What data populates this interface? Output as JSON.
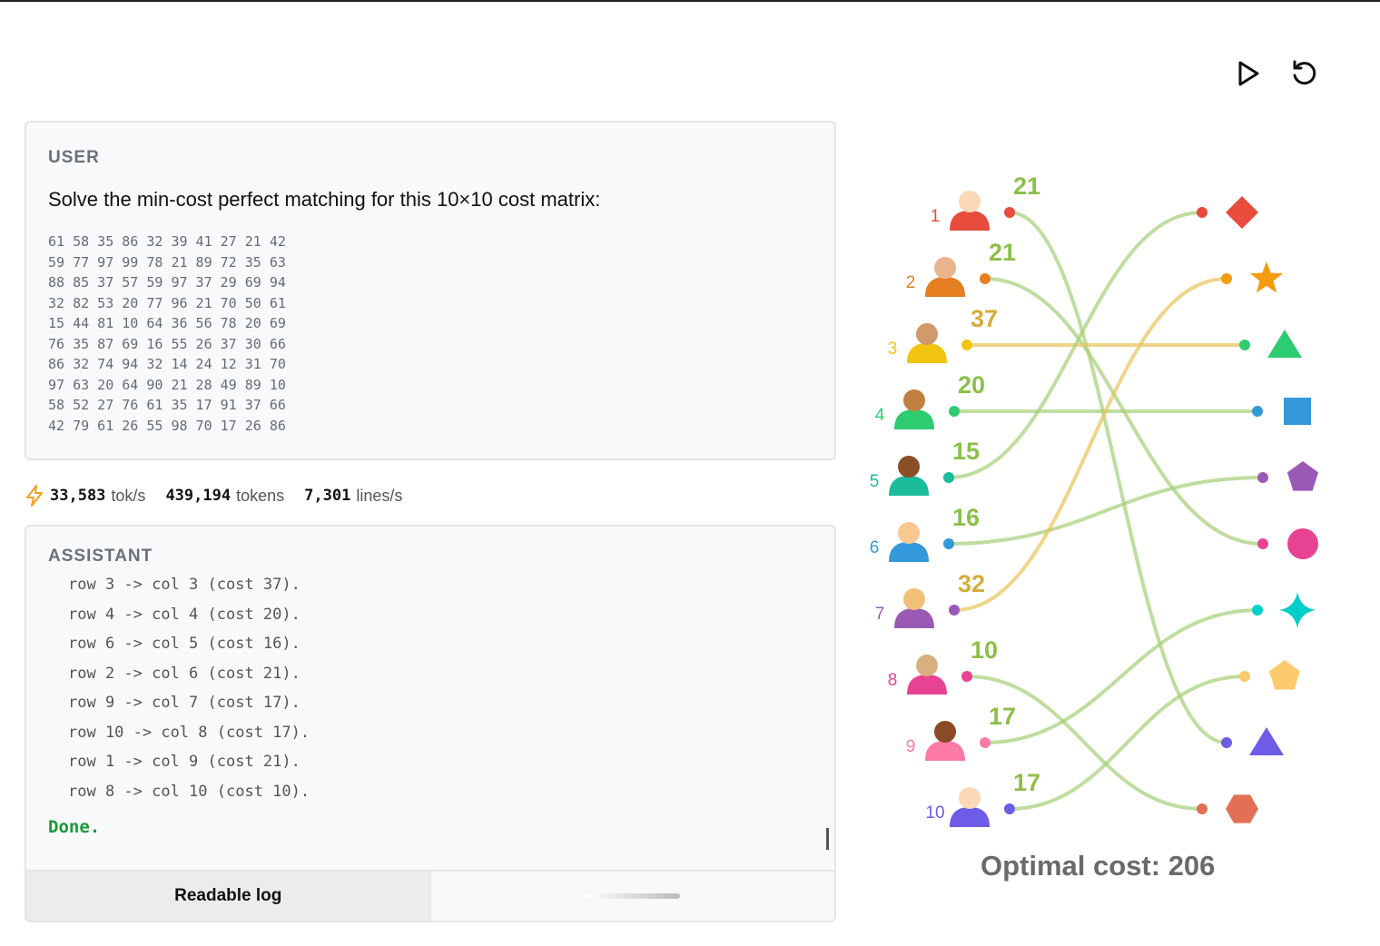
{
  "controls": {
    "play": "play-icon",
    "reset": "reset-icon"
  },
  "user": {
    "role": "USER",
    "prompt": "Solve the min-cost perfect matching for this 10×10 cost matrix:",
    "matrix": [
      "61 58 35 86 32 39 41 27 21 42",
      "59 77 97 99 78 21 89 72 35 63",
      "88 85 37 57 59 97 37 29 69 94",
      "32 82 53 20 77 96 21 70 50 61",
      "15 44 81 10 64 36 56 78 20 69",
      "76 35 87 69 16 55 26 37 30 66",
      "86 32 74 94 32 14 24 12 31 70",
      "97 63 20 64 90 21 28 49 89 10",
      "58 52 27 76 61 35 17 91 37 66",
      "42 79 61 26 55 98 70 17 26 86"
    ]
  },
  "stats": {
    "tok_s": "33,583",
    "tok_s_label": "tok/s",
    "tokens": "439,194",
    "tokens_label": "tokens",
    "lines_s": "7,301",
    "lines_s_label": "lines/s"
  },
  "assistant": {
    "role": "ASSISTANT",
    "log": [
      "row 3 -> col 3 (cost 37).",
      "row 4 -> col 4 (cost 20).",
      "row 6 -> col 5 (cost 16).",
      "row 2 -> col 6 (cost 21).",
      "row 9 -> col 7 (cost 17).",
      "row 10 -> col 8 (cost 17).",
      "row 1 -> col 9 (cost 21).",
      "row 8 -> col 10 (cost 10)."
    ],
    "done": "Done."
  },
  "tabs": {
    "readable": "Readable log"
  },
  "matching": {
    "rows": [
      {
        "label": "1",
        "color": "#e74c3c",
        "skin": "#fcd9b6",
        "col": 9,
        "cost": 21
      },
      {
        "label": "2",
        "color": "#e67e22",
        "skin": "#e8b48e",
        "col": 6,
        "cost": 21
      },
      {
        "label": "3",
        "color": "#f1c40f",
        "skin": "#d09a6a",
        "col": 3,
        "cost": 37
      },
      {
        "label": "4",
        "color": "#2ecc71",
        "skin": "#c0803f",
        "col": 4,
        "cost": 20
      },
      {
        "label": "5",
        "color": "#1abc9c",
        "skin": "#8a4f24",
        "col": 1,
        "cost": 15
      },
      {
        "label": "6",
        "color": "#3498db",
        "skin": "#f8c890",
        "col": 5,
        "cost": 16
      },
      {
        "label": "7",
        "color": "#9b59b6",
        "skin": "#f0c07a",
        "col": 2,
        "cost": 32
      },
      {
        "label": "8",
        "color": "#e84393",
        "skin": "#d8b080",
        "col": 10,
        "cost": 10
      },
      {
        "label": "9",
        "color": "#fd79a8",
        "skin": "#8a4a26",
        "col": 7,
        "cost": 17
      },
      {
        "label": "10",
        "color": "#6c5ce7",
        "skin": "#fcd9b6",
        "col": 8,
        "cost": 17
      }
    ],
    "cols": [
      {
        "shape": "diamond",
        "color": "#e74c3c"
      },
      {
        "shape": "star",
        "color": "#f39c12"
      },
      {
        "shape": "triangle",
        "color": "#2ecc71"
      },
      {
        "shape": "square",
        "color": "#3498db"
      },
      {
        "shape": "pentagon",
        "color": "#9b59b6"
      },
      {
        "shape": "circle",
        "color": "#e84393"
      },
      {
        "shape": "sparkle",
        "color": "#00cec9"
      },
      {
        "shape": "pentagon",
        "color": "#fdcb6e"
      },
      {
        "shape": "triangle",
        "color": "#6c5ce7"
      },
      {
        "shape": "hexagon",
        "color": "#e17055"
      }
    ],
    "optimal_label": "Optimal cost: 206"
  }
}
